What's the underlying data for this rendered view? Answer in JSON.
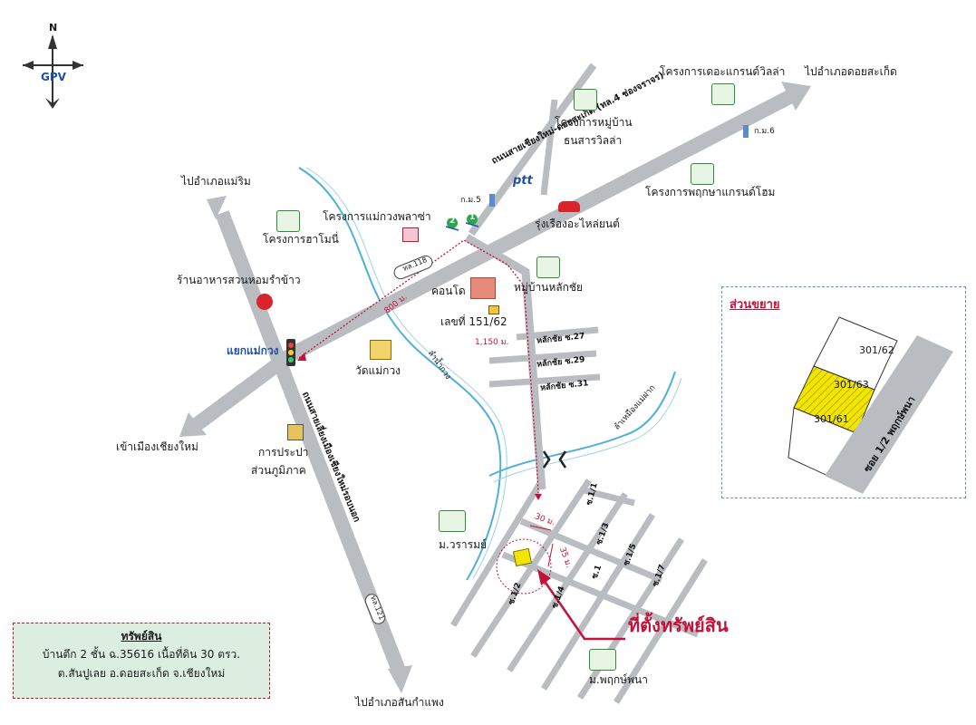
{
  "compass": {
    "north": "N",
    "brand": "GPV"
  },
  "destinations": {
    "mae_rim": "ไปอำเภอแม่ริม",
    "doi_saket": "ไปอำเภอดอยสะเก็ด",
    "chiang_mai_city": "เข้าเมืองเชียงใหม่",
    "san_kamphaeng": "ไปอำเภอสันกำแพง"
  },
  "roads": {
    "main_road": "ถนนสายเชียงใหม่-ดอยสะเก็ด (ทล.4 ช่องจราจร)",
    "ring_road": "ถนนสายเลี่ยงเมืองเชียงใหม่รอบนอก",
    "route_118": "ทล.118",
    "route_121": "ทล.121",
    "canal_mae_kuang": "ลำน้ำกวง",
    "canal_mae_faek": "ลำเหมืองแม่ฝาก"
  },
  "landmarks": {
    "thanasan_villa_1": "โครงการหมู่บ้าน",
    "thanasan_villa_2": "ธนสารวิลล่า",
    "grand_villa": "โครงการเดอะแกรนด์วิลล่า",
    "km6": "ก.ม.6",
    "km5": "ก.ม.5",
    "ptt": "ptt",
    "pruksa_grand_home": "โครงการพฤกษาแกรนด์โฮม",
    "mae_kuang_plaza": "โครงการแม่กวงพลาซ่า",
    "hamony": "โครงการฮาโมนี่",
    "rungrueang_auto": "รุ่งเรืองอะไหล่ยนต์",
    "restaurant": "ร้านอาหารสวนหอมรำข้าว",
    "condo": "คอนโด",
    "house_no": "เลขที่ 151/62",
    "lak_chai_village": "หมู่บ้านหลักชัย",
    "mae_kuang_junction": "แยกแม่กวง",
    "wat_mae_kuang": "วัดแม่กวง",
    "waterworks_1": "การประปา",
    "waterworks_2": "ส่วนภูมิภาค",
    "waraporn_village": "ม.วรารมย์",
    "pruksa_village": "ม.พฤกษ์พนา",
    "property_location": "ที่ตั้งทรัพย์สิน"
  },
  "distances": {
    "d800": "800 ม.",
    "d1150": "1,150 ม.",
    "d30": "30 ม.",
    "d35": "35 ม."
  },
  "sois": {
    "lakchai27": "หลักชัย ซ.27",
    "lakchai29": "หลักชัย ซ.29",
    "lakchai31": "หลักชัย ซ.31",
    "s1_1": "ซ.1/1",
    "s1_2": "ซ.1/2",
    "s1_3": "ซ.1/3",
    "s1_4": "ซ.1/4",
    "s1_5": "ซ.1/5",
    "s1_7": "ซ.1/7",
    "s1": "ซ.1"
  },
  "junction_numbers": {
    "j1": "1",
    "j2": "2"
  },
  "asset": {
    "title": "ทรัพย์สิน",
    "line1": "บ้านตึก 2 ชั้น ฉ.35616 เนื้อที่ดิน 30 ตรว.",
    "line2": "ต.สันปูเลย อ.ดอยสะเก็ด จ.เชียงใหม่"
  },
  "inset": {
    "title": "ส่วนขยาย",
    "plot_a": "301/62",
    "plot_b": "301/63",
    "plot_c": "301/61",
    "road": "ซอย 1/2 พฤกษ์พนา"
  },
  "colors": {
    "road": "#b9bcc1",
    "river": "#4fb0d9",
    "accent_red": "#c4133a",
    "label_blue": "#1f4fa3",
    "asset_bg": "#dbeee0",
    "plot_yellow": "#f2e600"
  }
}
